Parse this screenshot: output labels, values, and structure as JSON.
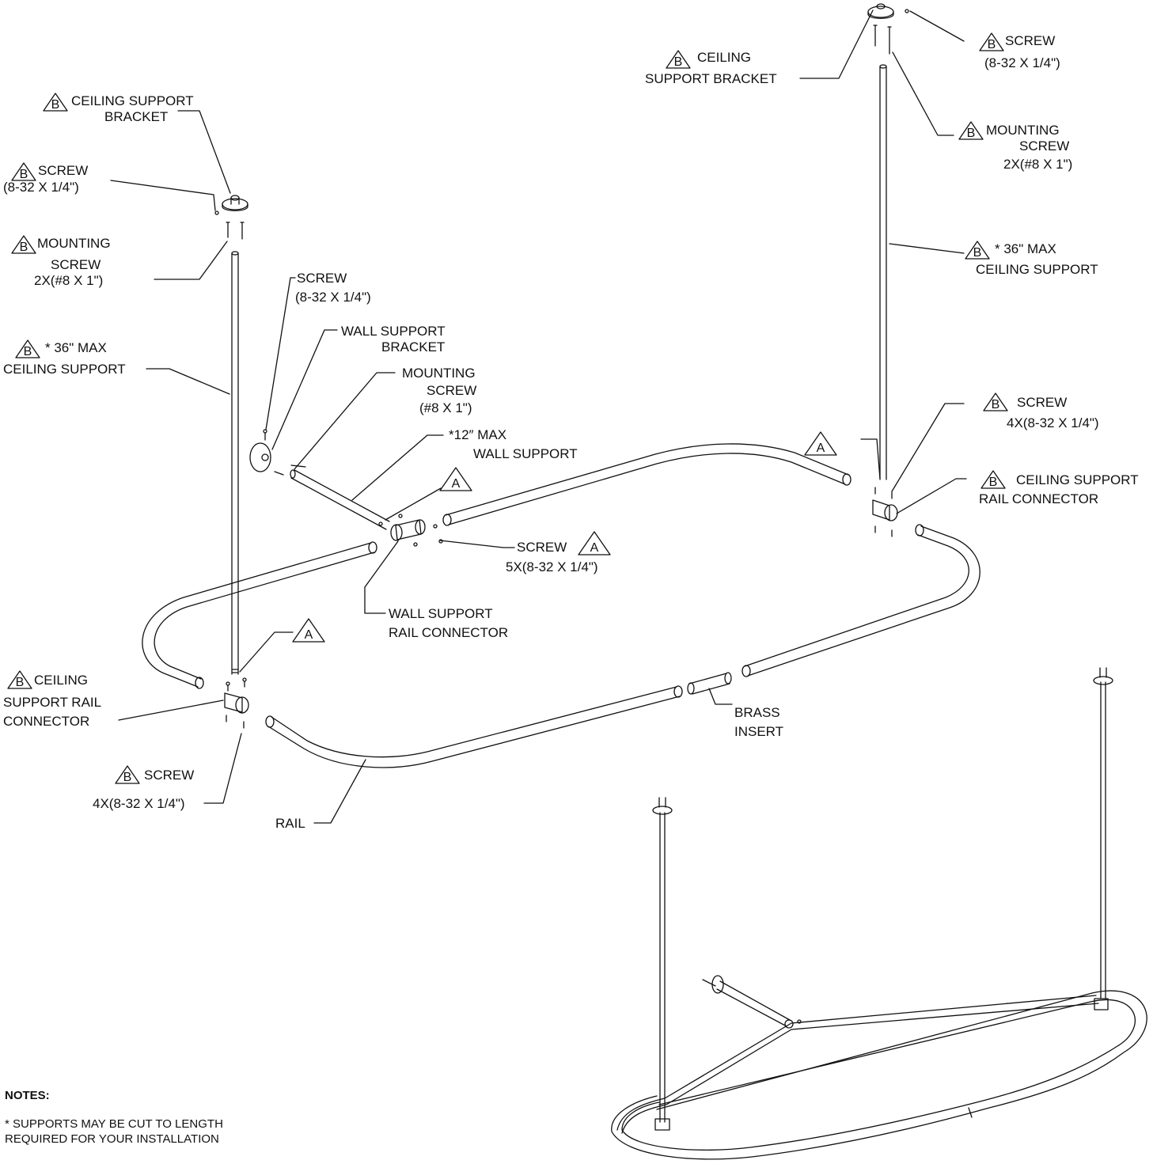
{
  "labels": {
    "tl_bracket_1": "CEILING SUPPORT",
    "tl_bracket_2": "BRACKET",
    "tl_screw_1": "SCREW",
    "tl_screw_2": "(8-32 X 1/4\")",
    "tl_mount_1": "MOUNTING",
    "tl_mount_2": "SCREW",
    "tl_mount_3": "2X(#8 X 1\")",
    "tl_support_1": "* 36\" MAX",
    "tl_support_2": "CEILING SUPPORT",
    "tr_bracket_1": "CEILING",
    "tr_bracket_2": "SUPPORT BRACKET",
    "tr_screw_1": "SCREW",
    "tr_screw_2": "(8-32 X 1/4\")",
    "tr_mount_1": "MOUNTING",
    "tr_mount_2": "SCREW",
    "tr_mount_3": "2X(#8 X 1\")",
    "tr_support_1": "* 36\" MAX",
    "tr_support_2": "CEILING SUPPORT",
    "tr_screw4_1": "SCREW",
    "tr_screw4_2": "4X(8-32 X 1/4\")",
    "tr_conn_1": "CEILING SUPPORT",
    "tr_conn_2": "RAIL CONNECTOR",
    "wall_screw_1": "SCREW",
    "wall_screw_2": "(8-32 X 1/4\")",
    "wall_bracket_1": "WALL SUPPORT",
    "wall_bracket_2": "BRACKET",
    "wall_mount_1": "MOUNTING",
    "wall_mount_2": "SCREW",
    "wall_mount_3": "(#8 X 1\")",
    "wall_support_1": "*12″ MAX",
    "wall_support_2": "WALL SUPPORT",
    "screw5_1": "SCREW",
    "screw5_2": "5X(8-32 X 1/4\")",
    "wall_conn_1": "WALL SUPPORT",
    "wall_conn_2": "RAIL CONNECTOR",
    "bl_conn_1": "CEILING",
    "bl_conn_2": "SUPPORT RAIL",
    "bl_conn_3": "CONNECTOR",
    "bl_screw_1": "SCREW",
    "bl_screw_2": "4X(8-32 X 1/4\")",
    "rail": "RAIL",
    "brass_1": "BRASS",
    "brass_2": "INSERT"
  },
  "markers": {
    "a": "A",
    "b": "B"
  },
  "notes": {
    "heading": "NOTES:",
    "line1": "* SUPPORTS MAY BE CUT TO LENGTH",
    "line2": "REQUIRED FOR YOUR INSTALLATION"
  }
}
